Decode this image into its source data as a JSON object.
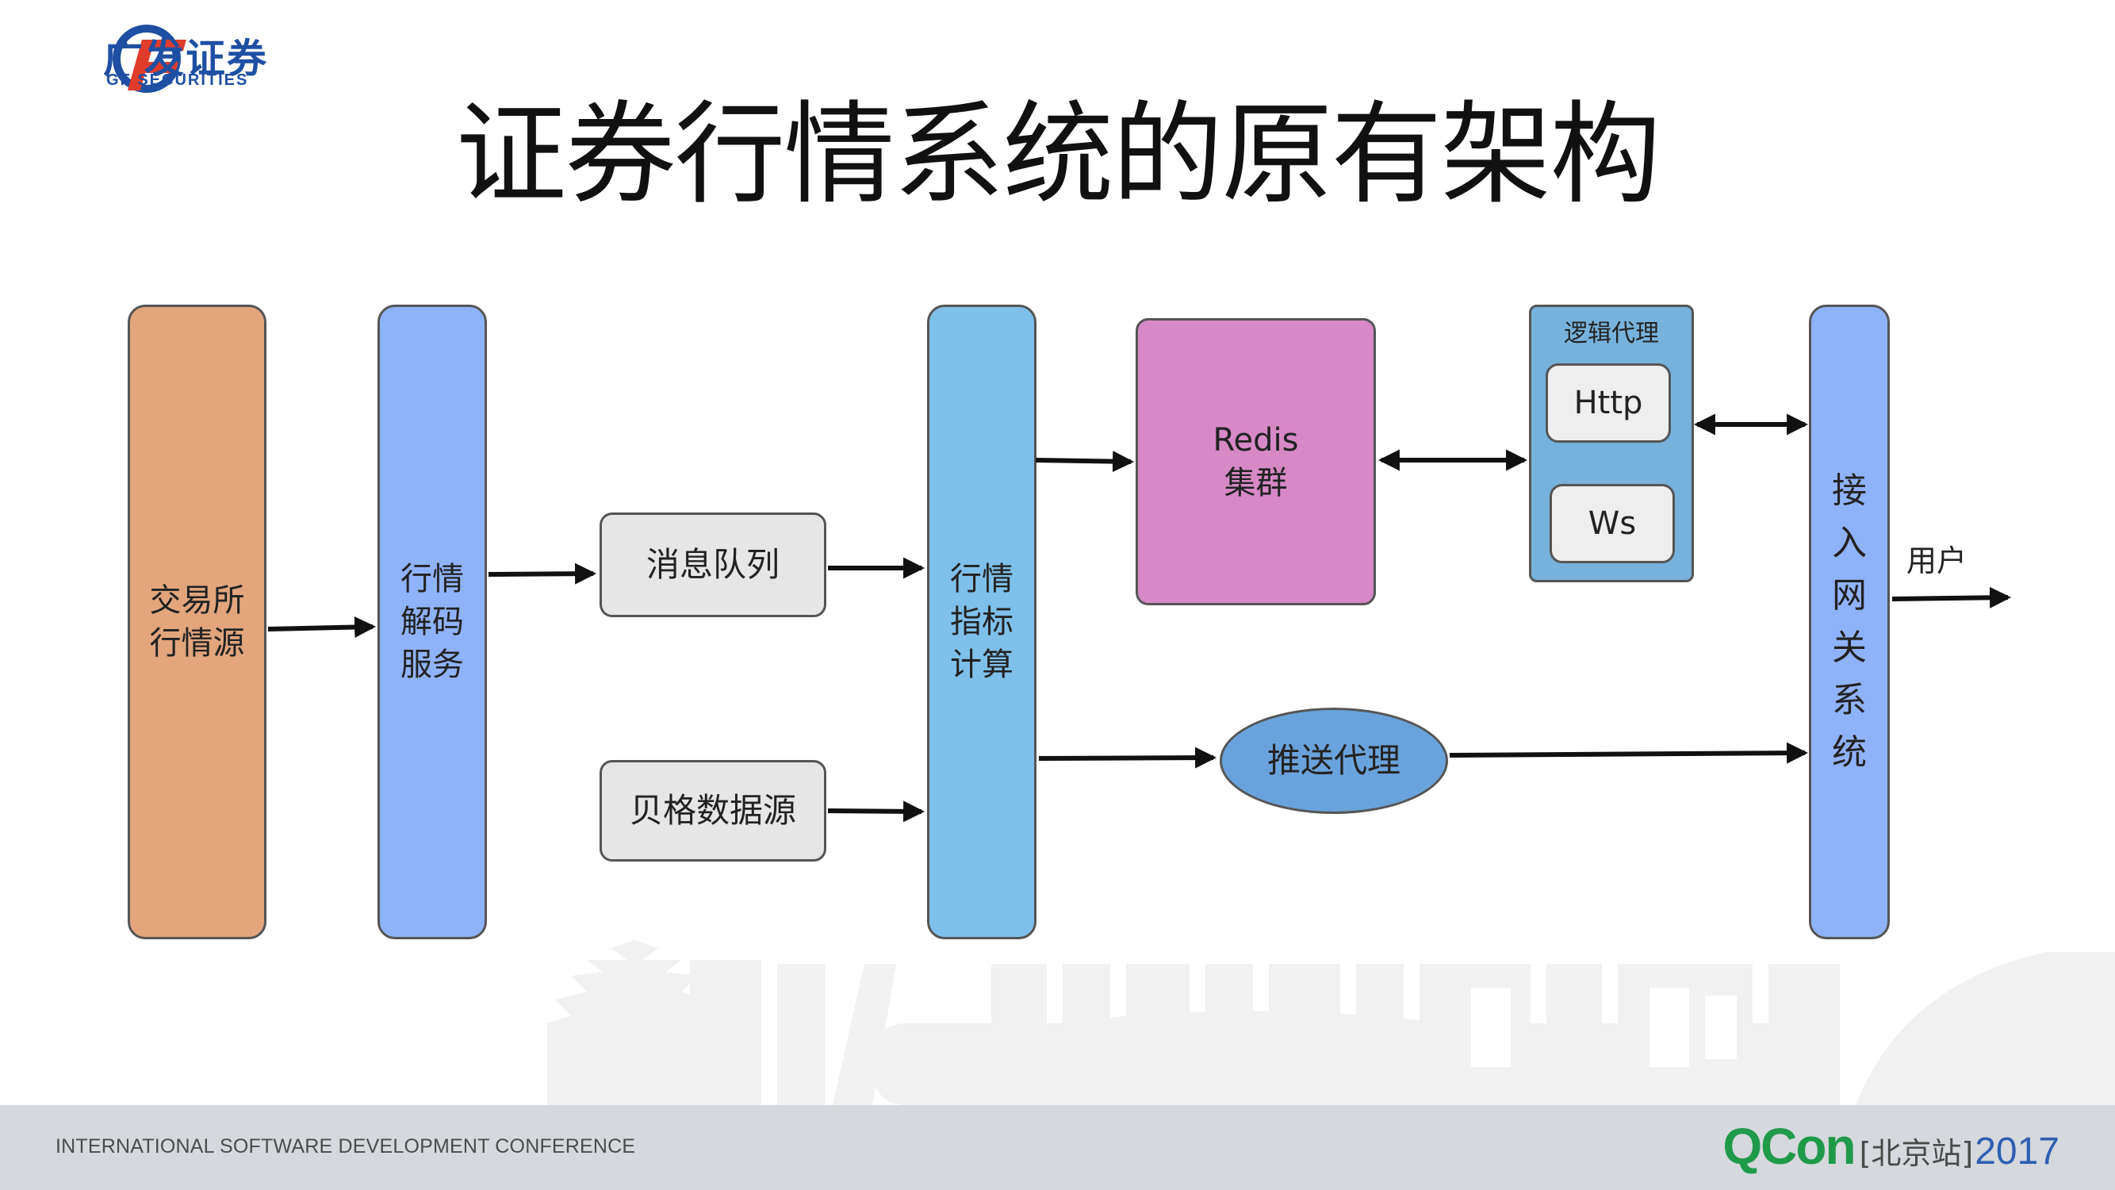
{
  "logo": {
    "brand_cn": "广发证券",
    "brand_en": "GF SECURITIES"
  },
  "title": "证券行情系统的原有架构",
  "nodes": {
    "exchange": "交易所\n行情源",
    "decode": "行情\n解码\n服务",
    "mq": "消息队列",
    "bloomberg": "贝格数据源",
    "calc": "行情\n指标\n计算",
    "redis": "Redis\n集群",
    "logic_proxy_title": "逻辑代理",
    "http": "Http",
    "ws": "Ws",
    "push_proxy": "推送代理",
    "gateway": "接\n入\n网\n关\n系\n统",
    "user": "用户"
  },
  "footer": {
    "conference": "INTERNATIONAL SOFTWARE DEVELOPMENT CONFERENCE",
    "brand": "QCon",
    "city": "[北京站]",
    "year": "2017"
  },
  "colors": {
    "exchange": "#e2a57c",
    "decode": "#8fb3fa",
    "calc": "#7fc0ea",
    "redis": "#d789c5",
    "logic_proxy": "#76b2dc",
    "push_proxy": "#6aa3db",
    "gateway": "#8fb3fa",
    "qcon_green": "#1f9a4a",
    "qcon_blue": "#2f5fb2"
  }
}
